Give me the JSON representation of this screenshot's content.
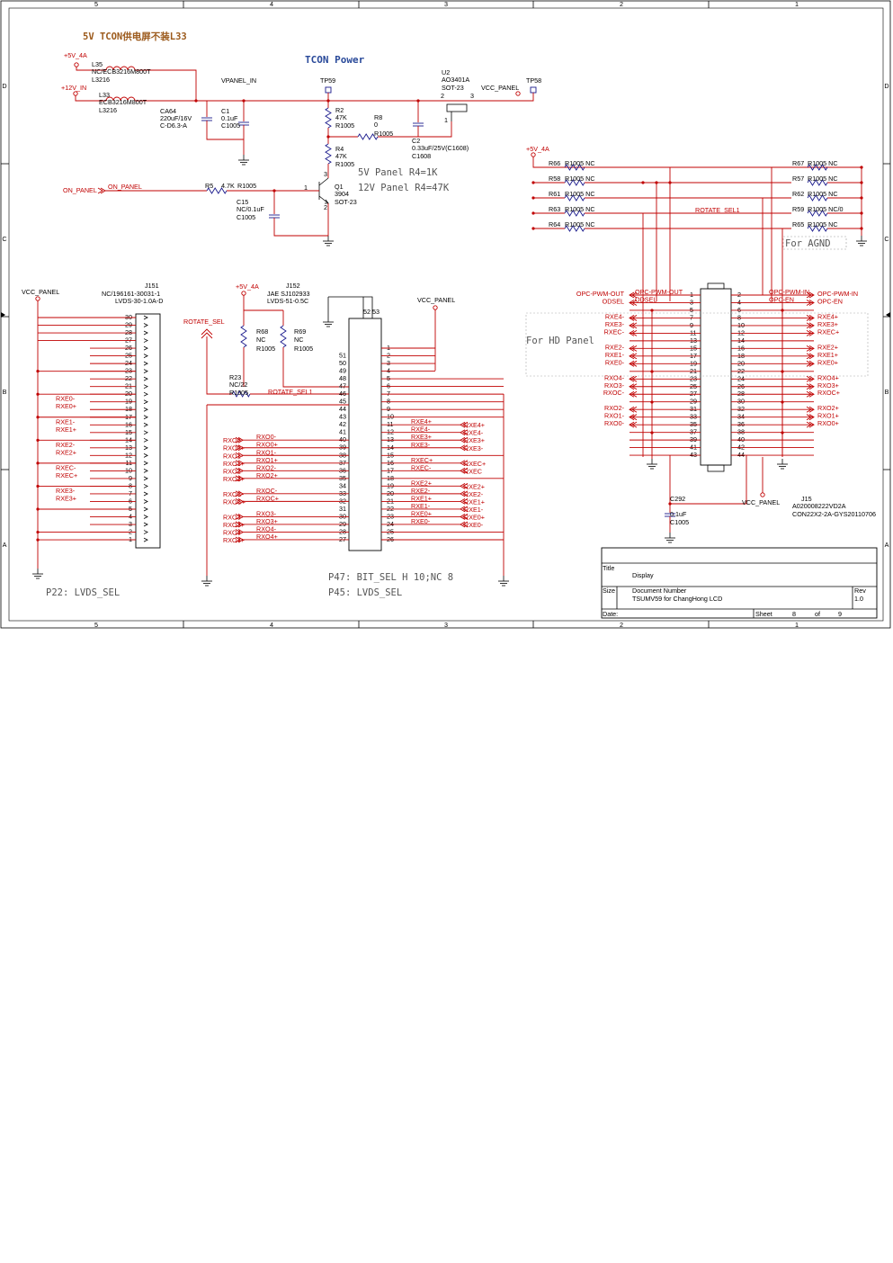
{
  "frame": {
    "col_labels": [
      "5",
      "4",
      "3",
      "2",
      "1"
    ],
    "row_labels": [
      "D",
      "C",
      "B",
      "A"
    ]
  },
  "header_note": "5V TCON供电屏不装L33",
  "tcon": {
    "title": "TCON Power",
    "rail_5v": "+5V_4A",
    "rail_12v": "+12V_IN",
    "l35": [
      "L35",
      "NC/ECB3216M800T",
      "L3216"
    ],
    "l33": [
      "L33",
      "ECB3216M800T",
      "L3216"
    ],
    "vpanel_in": "VPANEL_IN",
    "ca64": [
      "CA64",
      "220uF/16V",
      "C-D6.3-A"
    ],
    "c1": [
      "C1",
      "0.1uF",
      "C1005"
    ],
    "tp59": "TP59",
    "tp58": "TP58",
    "r2": [
      "R2",
      "47K",
      "R1005"
    ],
    "r8": [
      "R8",
      "0",
      "R1005"
    ],
    "r4": [
      "R4",
      "47K",
      "R1005"
    ],
    "u2": [
      "U2",
      "AO3401A",
      "SOT-23"
    ],
    "u2_pins": [
      "2",
      "3",
      "1"
    ],
    "vcc_panel": "VCC_PANEL",
    "c2": [
      "C2",
      "0.33uF/25V(C1608)",
      "C1608"
    ],
    "q1": [
      "Q1",
      "3904",
      "SOT-23"
    ],
    "q1_pins": [
      "3",
      "1",
      "2"
    ],
    "on_panel_port": "ON_PANEL",
    "on_panel_net": "ON_PANEL",
    "r5": [
      "R5",
      "4.7K",
      "R1005"
    ],
    "c15": [
      "C15",
      "NC/0.1uF",
      "C1005"
    ],
    "note1": "5V Panel  R4=1K",
    "note2": "12V Panel  R4=47K"
  },
  "rotate": {
    "rail": "+5V_4A",
    "net": "ROTATE_SEL1",
    "left": [
      {
        "name": "R66",
        "val": "R1005 NC"
      },
      {
        "name": "R58",
        "val": "R1005 NC"
      },
      {
        "name": "R61",
        "val": "R1005 NC"
      },
      {
        "name": "R63",
        "val": "R1005 NC"
      },
      {
        "name": "R64",
        "val": "R1005 NC"
      }
    ],
    "right": [
      {
        "name": "R67",
        "val": "R1005 NC"
      },
      {
        "name": "R57",
        "val": "R1005 NC"
      },
      {
        "name": "R62",
        "val": "R1005 NC"
      },
      {
        "name": "R59",
        "val": "R1005 NC/0"
      },
      {
        "name": "R65",
        "val": "R1005 NC"
      }
    ],
    "agnd_note": "For AGND"
  },
  "j151": {
    "ref": "J151",
    "part": "NC/196161-30031-1",
    "pkg": "LVDS-30-1.0A-D",
    "vcc": "VCC_PANEL",
    "pins": [
      "30",
      "29",
      "28",
      "27",
      "26",
      "25",
      "24",
      "23",
      "22",
      "21",
      "20",
      "19",
      "18",
      "17",
      "16",
      "15",
      "14",
      "13",
      "12",
      "11",
      "10",
      "9",
      "8",
      "7",
      "6",
      "5",
      "4",
      "3",
      "2",
      "1"
    ],
    "signals": [
      {
        "pin": "19",
        "name": "RXE0-"
      },
      {
        "pin": "18",
        "name": "RXE0+"
      },
      {
        "pin": "16",
        "name": "RXE1-"
      },
      {
        "pin": "15",
        "name": "RXE1+"
      },
      {
        "pin": "13",
        "name": "RXE2-"
      },
      {
        "pin": "12",
        "name": "RXE2+"
      },
      {
        "pin": "10",
        "name": "RXEC-"
      },
      {
        "pin": "9",
        "name": "RXEC+"
      },
      {
        "pin": "7",
        "name": "RXE3-"
      },
      {
        "pin": "6",
        "name": "RXE3+"
      }
    ],
    "bottom_label": "P22: LVDS_SEL"
  },
  "j152": {
    "ref": "J152",
    "part": "JAE SJ102933",
    "pkg": "LVDS-51-0.5C",
    "rail": "+5V_4A",
    "vcc": "VCC_PANEL",
    "rotate_port": "ROTATE_SEL",
    "rotate_net": "ROTATE_SEL1",
    "r68": [
      "R68",
      "NC",
      "R1005"
    ],
    "r69": [
      "R69",
      "NC",
      "R1005"
    ],
    "r23": [
      "R23",
      "NC/22",
      "R1005"
    ],
    "left_pins": [
      "51",
      "50",
      "49",
      "48",
      "47",
      "46",
      "45",
      "44",
      "43",
      "42",
      "41",
      "40",
      "39",
      "38",
      "37",
      "36",
      "35",
      "34",
      "33",
      "32",
      "31",
      "30",
      "29",
      "28",
      "27"
    ],
    "right_pins": [
      "1",
      "2",
      "3",
      "4",
      "5",
      "6",
      "7",
      "8",
      "9",
      "10",
      "11",
      "12",
      "13",
      "14",
      "15",
      "16",
      "17",
      "18",
      "19",
      "20",
      "21",
      "22",
      "23",
      "24",
      "25",
      "26"
    ],
    "top_pins": [
      "52",
      "53"
    ],
    "left_signals": [
      {
        "pin": "40",
        "port": "RXO0-",
        "name": "RXO0-"
      },
      {
        "pin": "39",
        "port": "RXO0+",
        "name": "RXO0+"
      },
      {
        "pin": "38",
        "port": "RXO1-",
        "name": "RXO1-"
      },
      {
        "pin": "37",
        "port": "RXO1+",
        "name": "RXO1+"
      },
      {
        "pin": "36",
        "port": "RXO2-",
        "name": "RXO2-"
      },
      {
        "pin": "35",
        "port": "RXO2+",
        "name": "RXO2+"
      },
      {
        "pin": "33",
        "port": "RXOC-",
        "name": "RXOC-"
      },
      {
        "pin": "32",
        "port": "RXOC+",
        "name": "RXOC+"
      },
      {
        "pin": "30",
        "port": "RXO3-",
        "name": "RXO3-"
      },
      {
        "pin": "29",
        "port": "RXO3+",
        "name": "RXO3+"
      },
      {
        "pin": "28",
        "port": "RXO4-",
        "name": "RXO4-"
      },
      {
        "pin": "27",
        "port": "RXO4+",
        "name": "RXO4+"
      }
    ],
    "right_signals": [
      {
        "pin": "11",
        "name": "RXE4+",
        "port": "RXE4+"
      },
      {
        "pin": "12",
        "name": "RXE4-",
        "port": "RXE4-"
      },
      {
        "pin": "13",
        "name": "RXE3+",
        "port": "RXE3+"
      },
      {
        "pin": "14",
        "name": "RXE3-",
        "port": "RXE3-"
      },
      {
        "pin": "16",
        "name": "RXEC+",
        "port": "RXEC+"
      },
      {
        "pin": "17",
        "name": "RXEC-",
        "port": "RXEC"
      },
      {
        "pin": "19",
        "name": "RXE2+",
        "port": "RXE2+"
      },
      {
        "pin": "20",
        "name": "RXE2-",
        "port": "RXE2-"
      },
      {
        "pin": "21",
        "name": "RXE1+",
        "port": "RXE1+"
      },
      {
        "pin": "22",
        "name": "RXE1-",
        "port": "RXE1-"
      },
      {
        "pin": "23",
        "name": "RXE0+",
        "port": "RXE0+"
      },
      {
        "pin": "24",
        "name": "RXE0-",
        "port": "RXE0-"
      }
    ],
    "bottom_label1": "P47: BIT_SEL  H 10;NC 8",
    "bottom_label2": "P45: LVDS_SEL"
  },
  "j15": {
    "ref": "J15",
    "part": "A020008222VD2A",
    "pkg": "CON22X2-2A-GYS20110706",
    "vcc": "VCC_PANEL",
    "left_pins": [
      "1",
      "3",
      "5",
      "7",
      "9",
      "11",
      "13",
      "15",
      "17",
      "19",
      "21",
      "23",
      "25",
      "27",
      "29",
      "31",
      "33",
      "35",
      "37",
      "39",
      "41",
      "43"
    ],
    "right_pins": [
      "2",
      "4",
      "6",
      "8",
      "10",
      "12",
      "14",
      "16",
      "18",
      "20",
      "22",
      "24",
      "26",
      "28",
      "30",
      "32",
      "34",
      "36",
      "38",
      "40",
      "42",
      "44"
    ],
    "left_signals": [
      {
        "pin": "1",
        "port": "OPC-PWM-OUT",
        "name": "OPC-PWM-OUT"
      },
      {
        "pin": "3",
        "port": "ODSEL",
        "name": "ODSEL"
      },
      {
        "pin": "7",
        "port": "RXE4-",
        "name": ""
      },
      {
        "pin": "9",
        "port": "RXE3-",
        "name": ""
      },
      {
        "pin": "11",
        "port": "RXEC-",
        "name": ""
      },
      {
        "pin": "15",
        "port": "RXE2-",
        "name": ""
      },
      {
        "pin": "17",
        "port": "RXE1-",
        "name": ""
      },
      {
        "pin": "19",
        "port": "RXE0-",
        "name": ""
      },
      {
        "pin": "23",
        "port": "RXO4-",
        "name": ""
      },
      {
        "pin": "25",
        "port": "RXO3-",
        "name": ""
      },
      {
        "pin": "27",
        "port": "RXOC-",
        "name": ""
      },
      {
        "pin": "31",
        "port": "RXO2-",
        "name": ""
      },
      {
        "pin": "33",
        "port": "RXO1-",
        "name": ""
      },
      {
        "pin": "35",
        "port": "RXO0-",
        "name": ""
      }
    ],
    "right_signals": [
      {
        "pin": "2",
        "port": "OPC-PWM-IN",
        "name": "OPC-PWM-IN"
      },
      {
        "pin": "4",
        "port": "OPC-EN",
        "name": "OPC-EN"
      },
      {
        "pin": "8",
        "port": "RXE4+",
        "name": ""
      },
      {
        "pin": "10",
        "port": "RXE3+",
        "name": ""
      },
      {
        "pin": "12",
        "port": "RXEC+",
        "name": ""
      },
      {
        "pin": "16",
        "port": "RXE2+",
        "name": ""
      },
      {
        "pin": "18",
        "port": "RXE1+",
        "name": ""
      },
      {
        "pin": "20",
        "port": "RXE0+",
        "name": ""
      },
      {
        "pin": "24",
        "port": "RXO4+",
        "name": ""
      },
      {
        "pin": "26",
        "port": "RXO3+",
        "name": ""
      },
      {
        "pin": "28",
        "port": "RXOC+",
        "name": ""
      },
      {
        "pin": "32",
        "port": "RXO2+",
        "name": ""
      },
      {
        "pin": "34",
        "port": "RXO1+",
        "name": ""
      },
      {
        "pin": "36",
        "port": "RXO0+",
        "name": ""
      }
    ],
    "hd_note": "For HD Panel",
    "c292": [
      "C292",
      "0.1uF",
      "C1005"
    ]
  },
  "title_block": {
    "title_label": "Title",
    "title": "Display",
    "size_label": "Size",
    "docnum_label": "Document Number",
    "docnum": "TSUMV59 for ChangHong LCD",
    "rev_label": "Rev",
    "rev": "1.0",
    "date_label": "Date:",
    "sheet_label": "Sheet",
    "sheet": "8",
    "of_label": "of",
    "of": "9"
  }
}
